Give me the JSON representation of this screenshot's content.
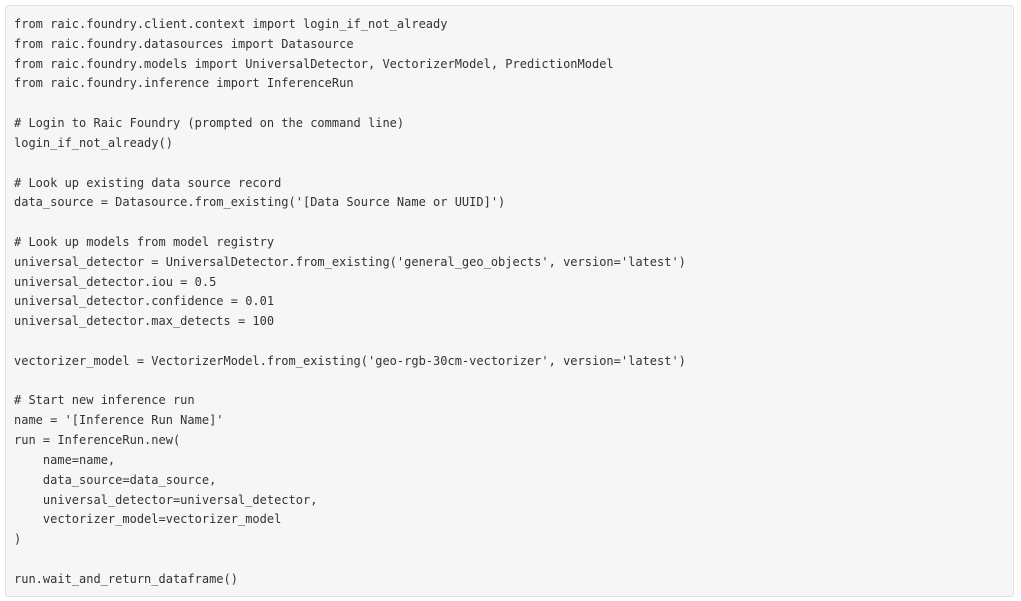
{
  "code": {
    "language": "python",
    "lines": [
      "from raic.foundry.client.context import login_if_not_already",
      "from raic.foundry.datasources import Datasource",
      "from raic.foundry.models import UniversalDetector, VectorizerModel, PredictionModel",
      "from raic.foundry.inference import InferenceRun",
      "",
      "# Login to Raic Foundry (prompted on the command line)",
      "login_if_not_already()",
      "",
      "# Look up existing data source record",
      "data_source = Datasource.from_existing('[Data Source Name or UUID]')",
      "",
      "# Look up models from model registry",
      "universal_detector = UniversalDetector.from_existing('general_geo_objects', version='latest')",
      "universal_detector.iou = 0.5",
      "universal_detector.confidence = 0.01",
      "universal_detector.max_detects = 100",
      "",
      "vectorizer_model = VectorizerModel.from_existing('geo-rgb-30cm-vectorizer', version='latest')",
      "",
      "# Start new inference run",
      "name = '[Inference Run Name]'",
      "run = InferenceRun.new(",
      "    name=name,",
      "    data_source=data_source,",
      "    universal_detector=universal_detector,",
      "    vectorizer_model=vectorizer_model",
      ")",
      "",
      "run.wait_and_return_dataframe()"
    ]
  }
}
